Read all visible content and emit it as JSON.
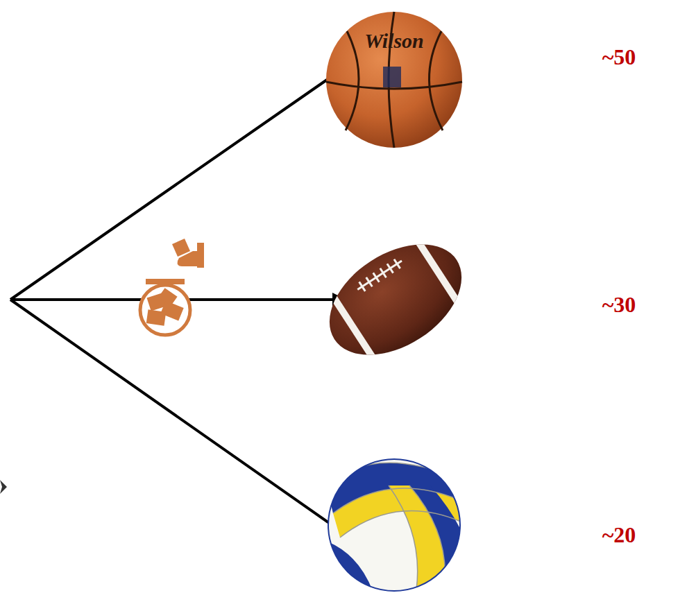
{
  "diagram": {
    "labels": [
      "Wilson",
      "~50",
      "~30",
      "~20"
    ]
  }
}
